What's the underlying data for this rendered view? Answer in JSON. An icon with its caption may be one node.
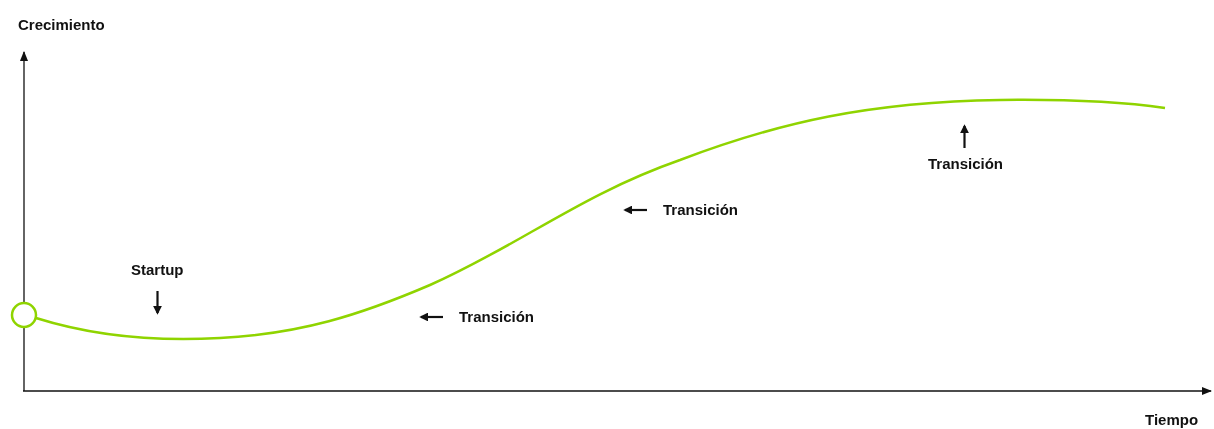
{
  "diagram": {
    "nodes": [
      {
        "text": [
          "Startup"
        ]
      },
      {
        "text": [
          "Transición"
        ]
      },
      {
        "text": [
          "Transición"
        ]
      },
      {
        "text": [
          "Transición"
        ]
      }
    ],
    "edges": [
      {
        "from": 0,
        "to": null,
        "arrow": "to"
      },
      {
        "from": 1,
        "to": null,
        "arrow": "to"
      },
      {
        "from": 2,
        "to": null,
        "arrow": "to"
      },
      {
        "from": 3,
        "to": null,
        "arrow": "to"
      }
    ],
    "labels": [
      "Crecimiento",
      "Tiempo"
    ]
  }
}
